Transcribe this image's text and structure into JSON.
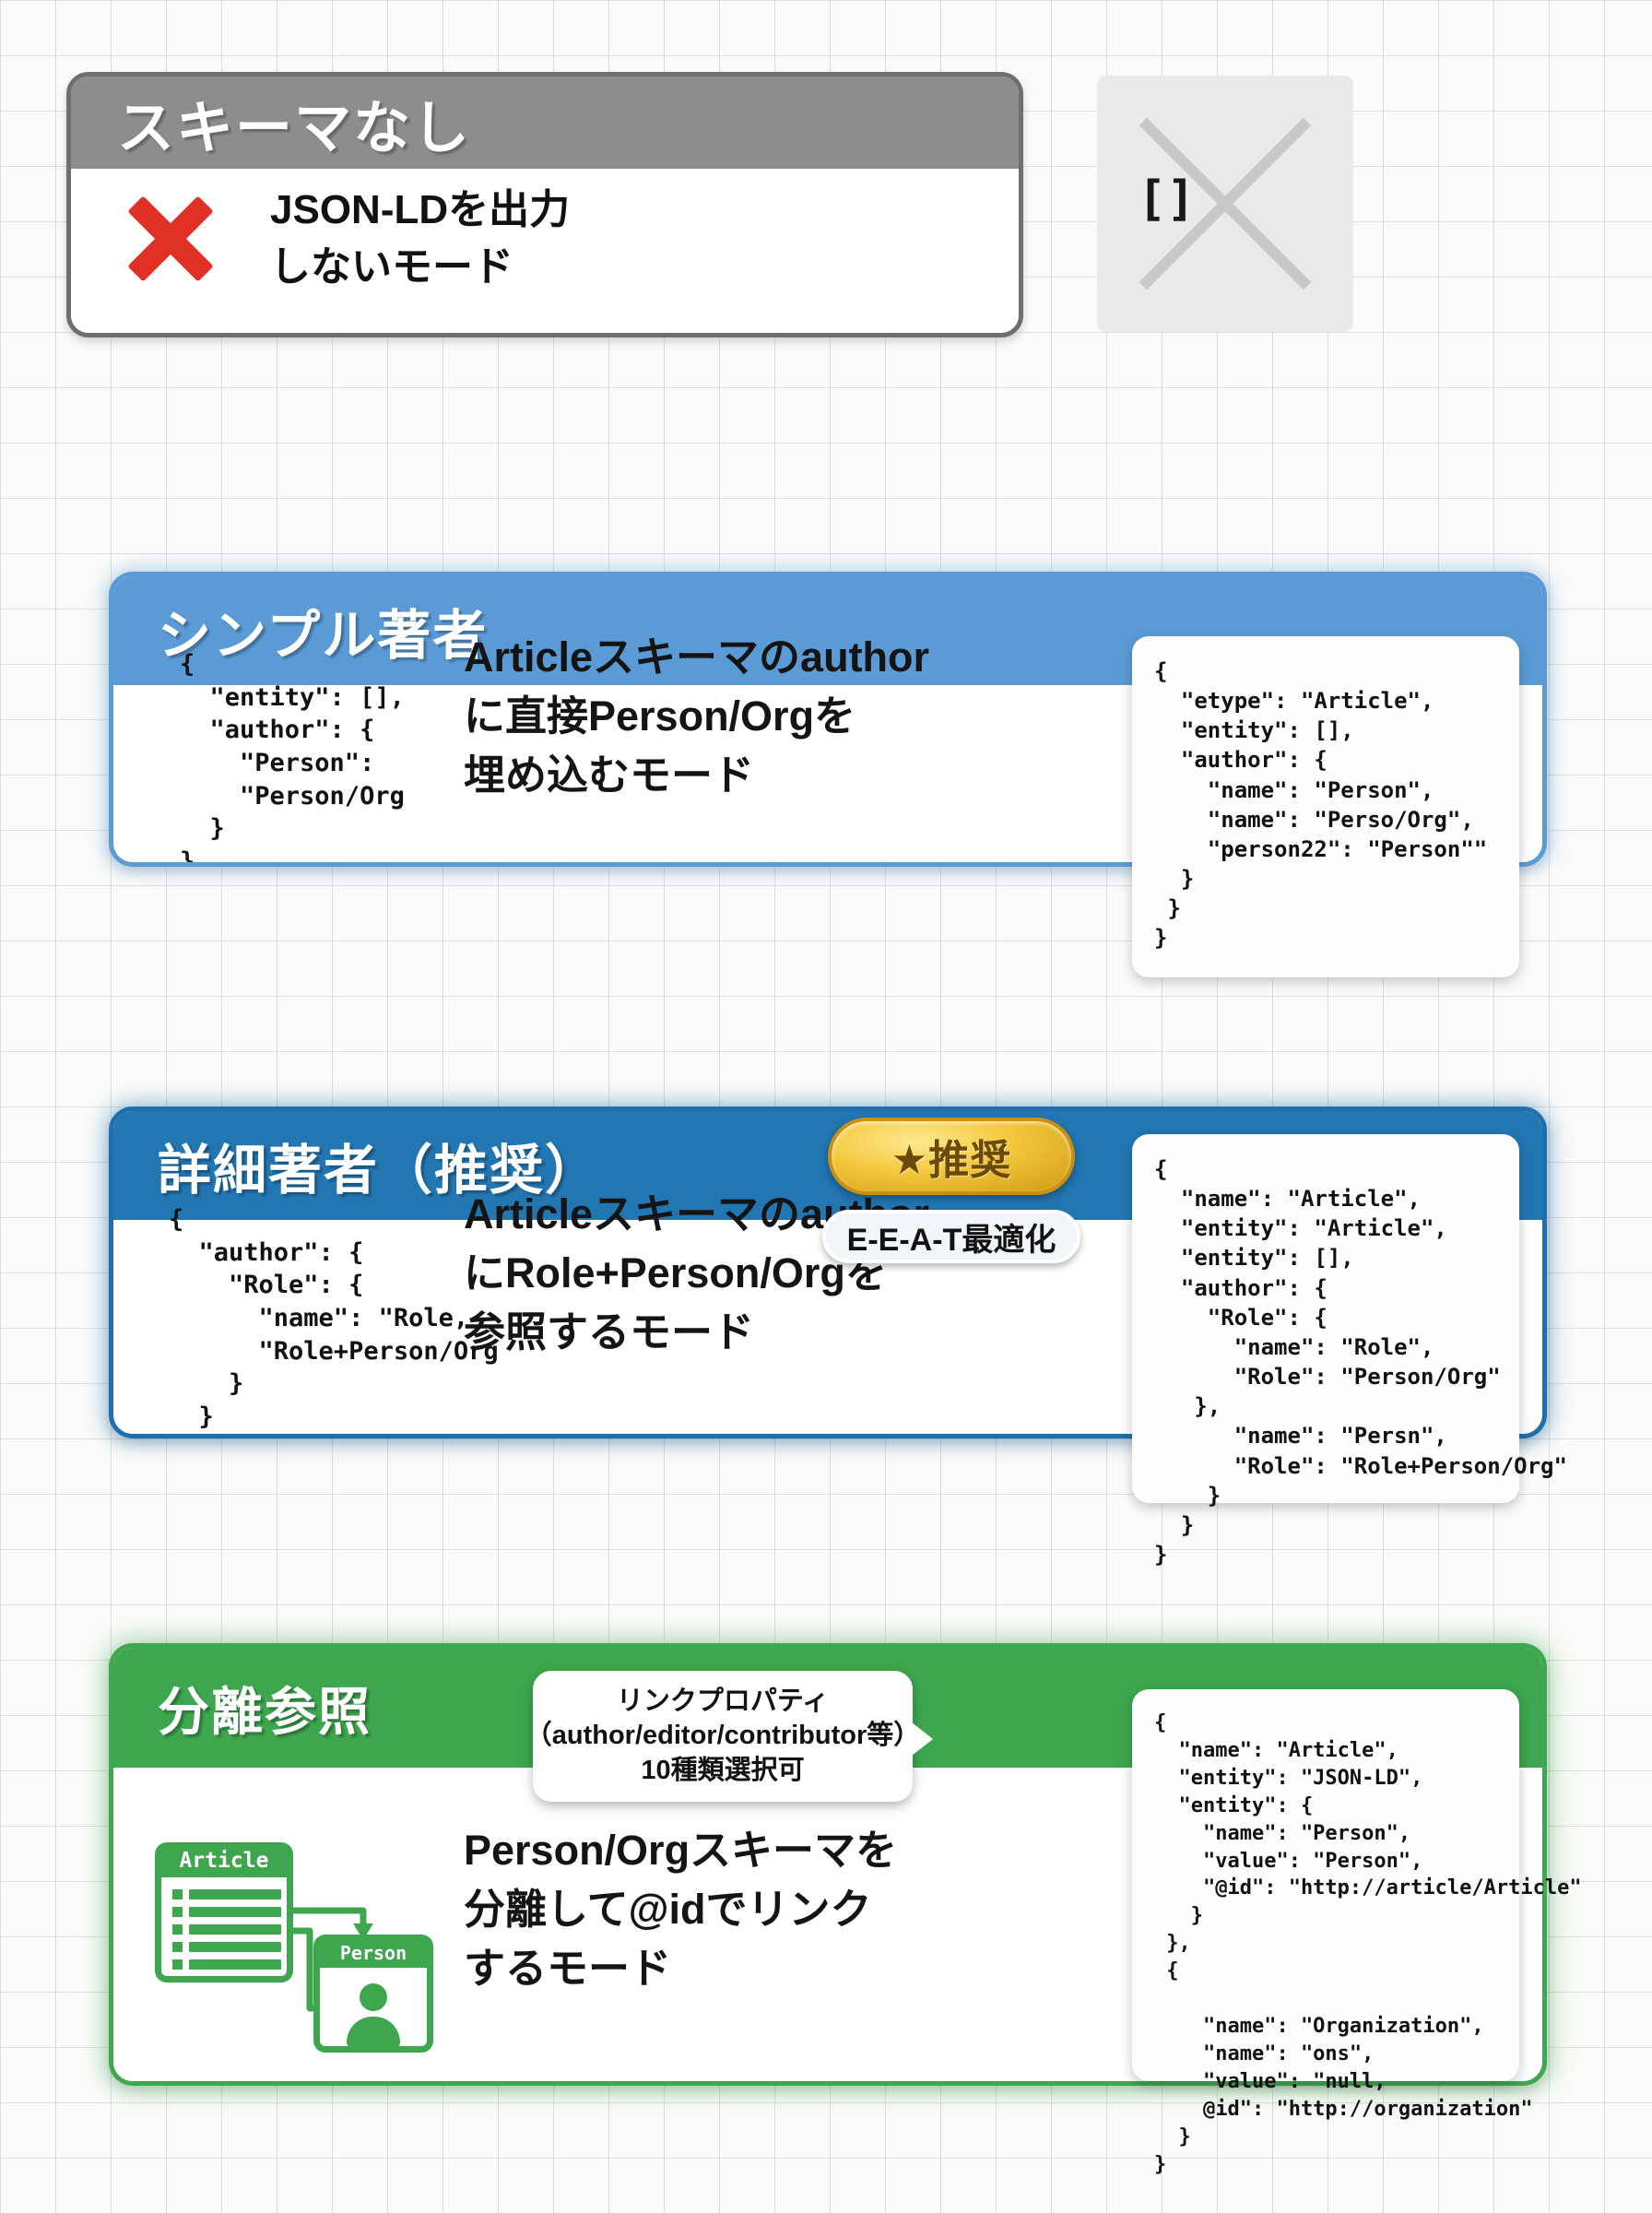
{
  "cards": [
    {
      "id": "none",
      "title": "スキーマなし",
      "icon": "red-x-icon",
      "description": "JSON-LDを出力\nしないモード",
      "empty_panel": {
        "value": "[]",
        "icon": "large-x-icon"
      },
      "accent_color": "#8d8d8d"
    },
    {
      "id": "simple",
      "title": "シンプル著者",
      "description": "Articleスキーマのauthor\nに直接Person/Orgを\n埋め込むモード",
      "code_left": "{\n  \"entity\": [],\n  \"author\": {\n    \"Person\":\n    \"Person/Org\n  }\n}",
      "code_bubble": "{\n  \"etype\": \"Article\",\n  \"entity\": [],\n  \"author\": {\n    \"name\": \"Person\",\n    \"name\": \"Perso/Org\",\n    \"person22\": \"Person\"\"\n  }\n }\n}",
      "accent_color": "#5b9bd5"
    },
    {
      "id": "detail",
      "title": "詳細著者（推奨）",
      "description": "Articleスキーマのauthor\nにRole+Person/Orgを\n参照するモード",
      "code_left": "{\n  \"author\": {\n    \"Role\": {\n      \"name\": \"Role,\n      \"Role+Person/Org\n    }\n  }\n}",
      "code_bubble": "{\n  \"name\": \"Article\",\n  \"entity\": \"Article\",\n  \"entity\": [],\n  \"author\": {\n    \"Role\": {\n      \"name\": \"Role\",\n      \"Role\": \"Person/Org\"\n   },\n      \"name\": \"Persn\",\n      \"Role\": \"Role+Person/Org\"\n    }\n  }\n}",
      "badge_star": "★推奨",
      "badge_star_icon": "star-icon",
      "badge_sub": "E-E-A-T最適化",
      "accent_color": "#2277b3"
    },
    {
      "id": "separate",
      "title": "分離参照",
      "description": "Person/Orgスキーマを\n分離して@idでリンク\nするモード",
      "callout": {
        "line1": "リンクプロパティ",
        "line2": "（author/editor/contributor等）",
        "line3": "10種類選択可"
      },
      "diagram": {
        "article_label": "Article",
        "person_label": "Person"
      },
      "code_bubble": "{\n  \"name\": \"Article\",\n  \"entity\": \"JSON-LD\",\n  \"entity\": {\n    \"name\": \"Person\",\n    \"value\": \"Person\",\n    \"@id\": \"http://article/Article\"\n   }\n },\n {\n\n    \"name\": \"Organization\",\n    \"name\": \"ons\",\n    \"value\": \"null,\n    @id\": \"http://organization\"\n  }\n}",
      "accent_color": "#3da64e"
    }
  ]
}
